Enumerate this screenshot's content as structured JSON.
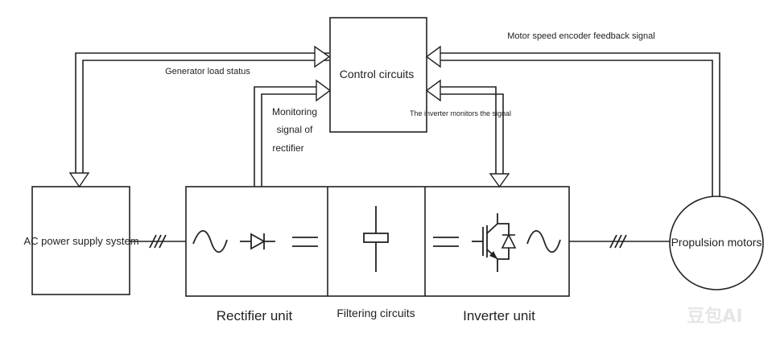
{
  "blocks": {
    "control": "Control circuits",
    "ac_supply": "AC power supply system",
    "propulsion": "Propulsion motors"
  },
  "unit_labels": {
    "rectifier": "Rectifier unit",
    "filtering": "Filtering circuits",
    "inverter": "Inverter unit"
  },
  "signals": {
    "generator_load": "Generator load status",
    "motor_feedback": "Motor speed encoder feedback signal",
    "inverter_monitor": "The inverter monitors the signal",
    "rectifier_monitor_lines": [
      "Monitoring",
      "signal of",
      "rectifier"
    ]
  },
  "watermark": "豆包AI",
  "colors": {
    "line": "#222222",
    "background": "#ffffff"
  }
}
